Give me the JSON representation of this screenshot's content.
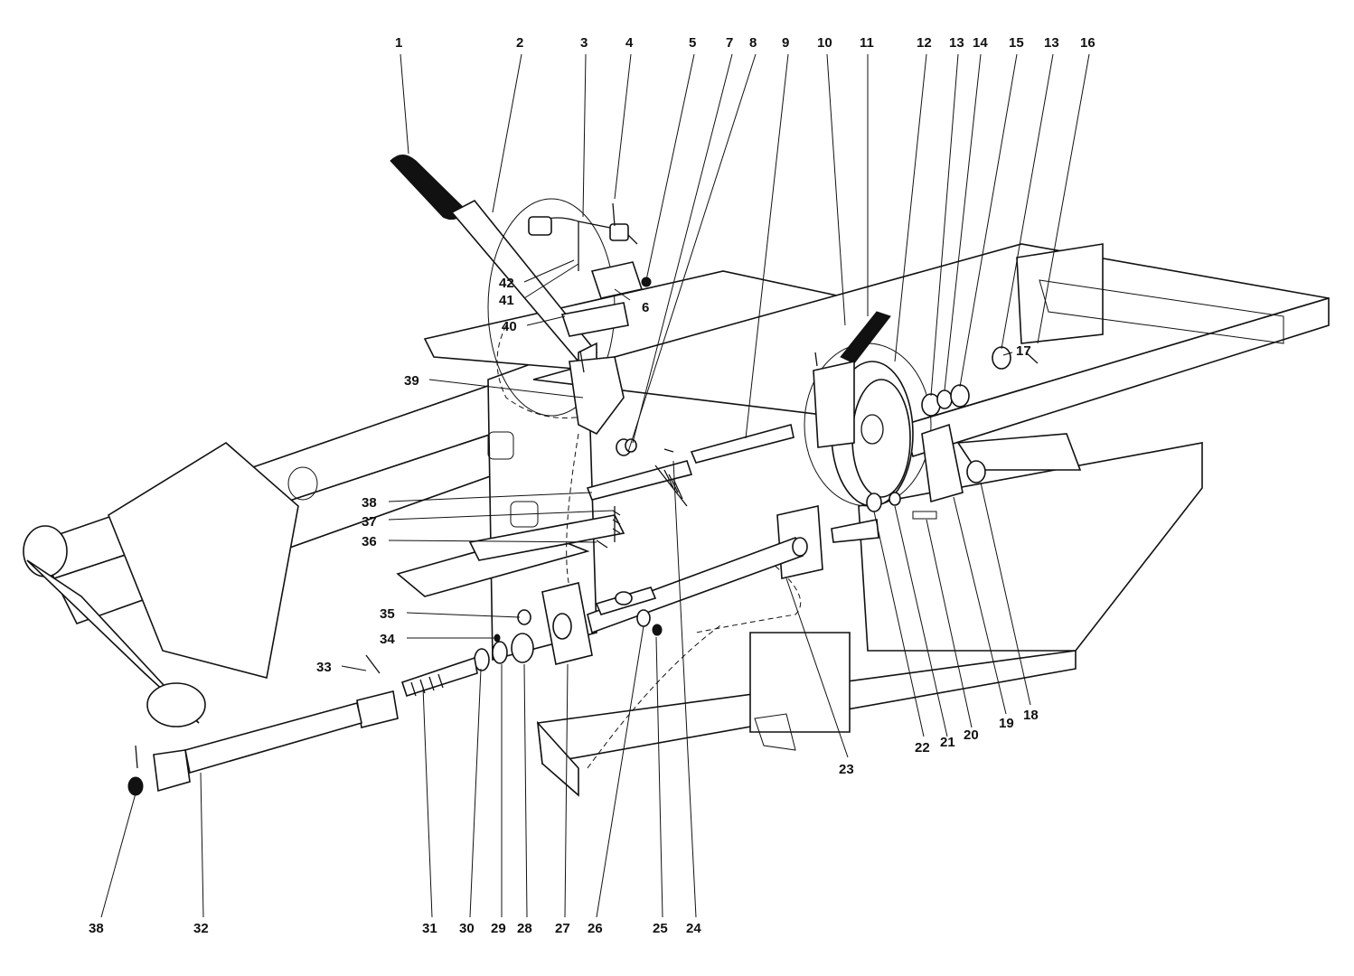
{
  "labels_top": [
    "1",
    "2",
    "3",
    "4",
    "5",
    "7",
    "8",
    "9",
    "10",
    "11",
    "12",
    "13",
    "14",
    "15",
    "13",
    "16"
  ],
  "labels_left": [
    "42",
    "41",
    "40",
    "39",
    "38",
    "37",
    "36",
    "35",
    "34",
    "33"
  ],
  "labels_right": [
    "6",
    "17"
  ],
  "labels_bottom": [
    "38",
    "32",
    "31",
    "30",
    "29",
    "28",
    "27",
    "26",
    "25",
    "24",
    "23",
    "22",
    "21",
    "20",
    "19",
    "18"
  ]
}
